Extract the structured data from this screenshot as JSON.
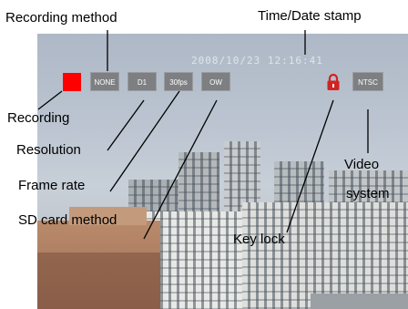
{
  "osd": {
    "timestamp": "2008/10/23 12:16:41",
    "buttons": {
      "recording_method": "NONE",
      "resolution": "D1",
      "frame_rate": "30fps",
      "sd_card_method": "OW",
      "video_system": "NTSC"
    },
    "icons": {
      "recording": "record-square-icon",
      "key_lock": "padlock-icon"
    },
    "colors": {
      "recording_indicator": "#ff0000",
      "key_lock": "#d22222",
      "button_bg": "#7d7f82"
    }
  },
  "labels": {
    "recording_method": "Recording method",
    "time_date_stamp": "Time/Date stamp",
    "recording": "Recording",
    "resolution": "Resolution",
    "frame_rate": "Frame rate",
    "sd_card_method": "SD card method",
    "key_lock": "Key lock",
    "video_system_line1": "Video",
    "video_system_line2": "system"
  }
}
